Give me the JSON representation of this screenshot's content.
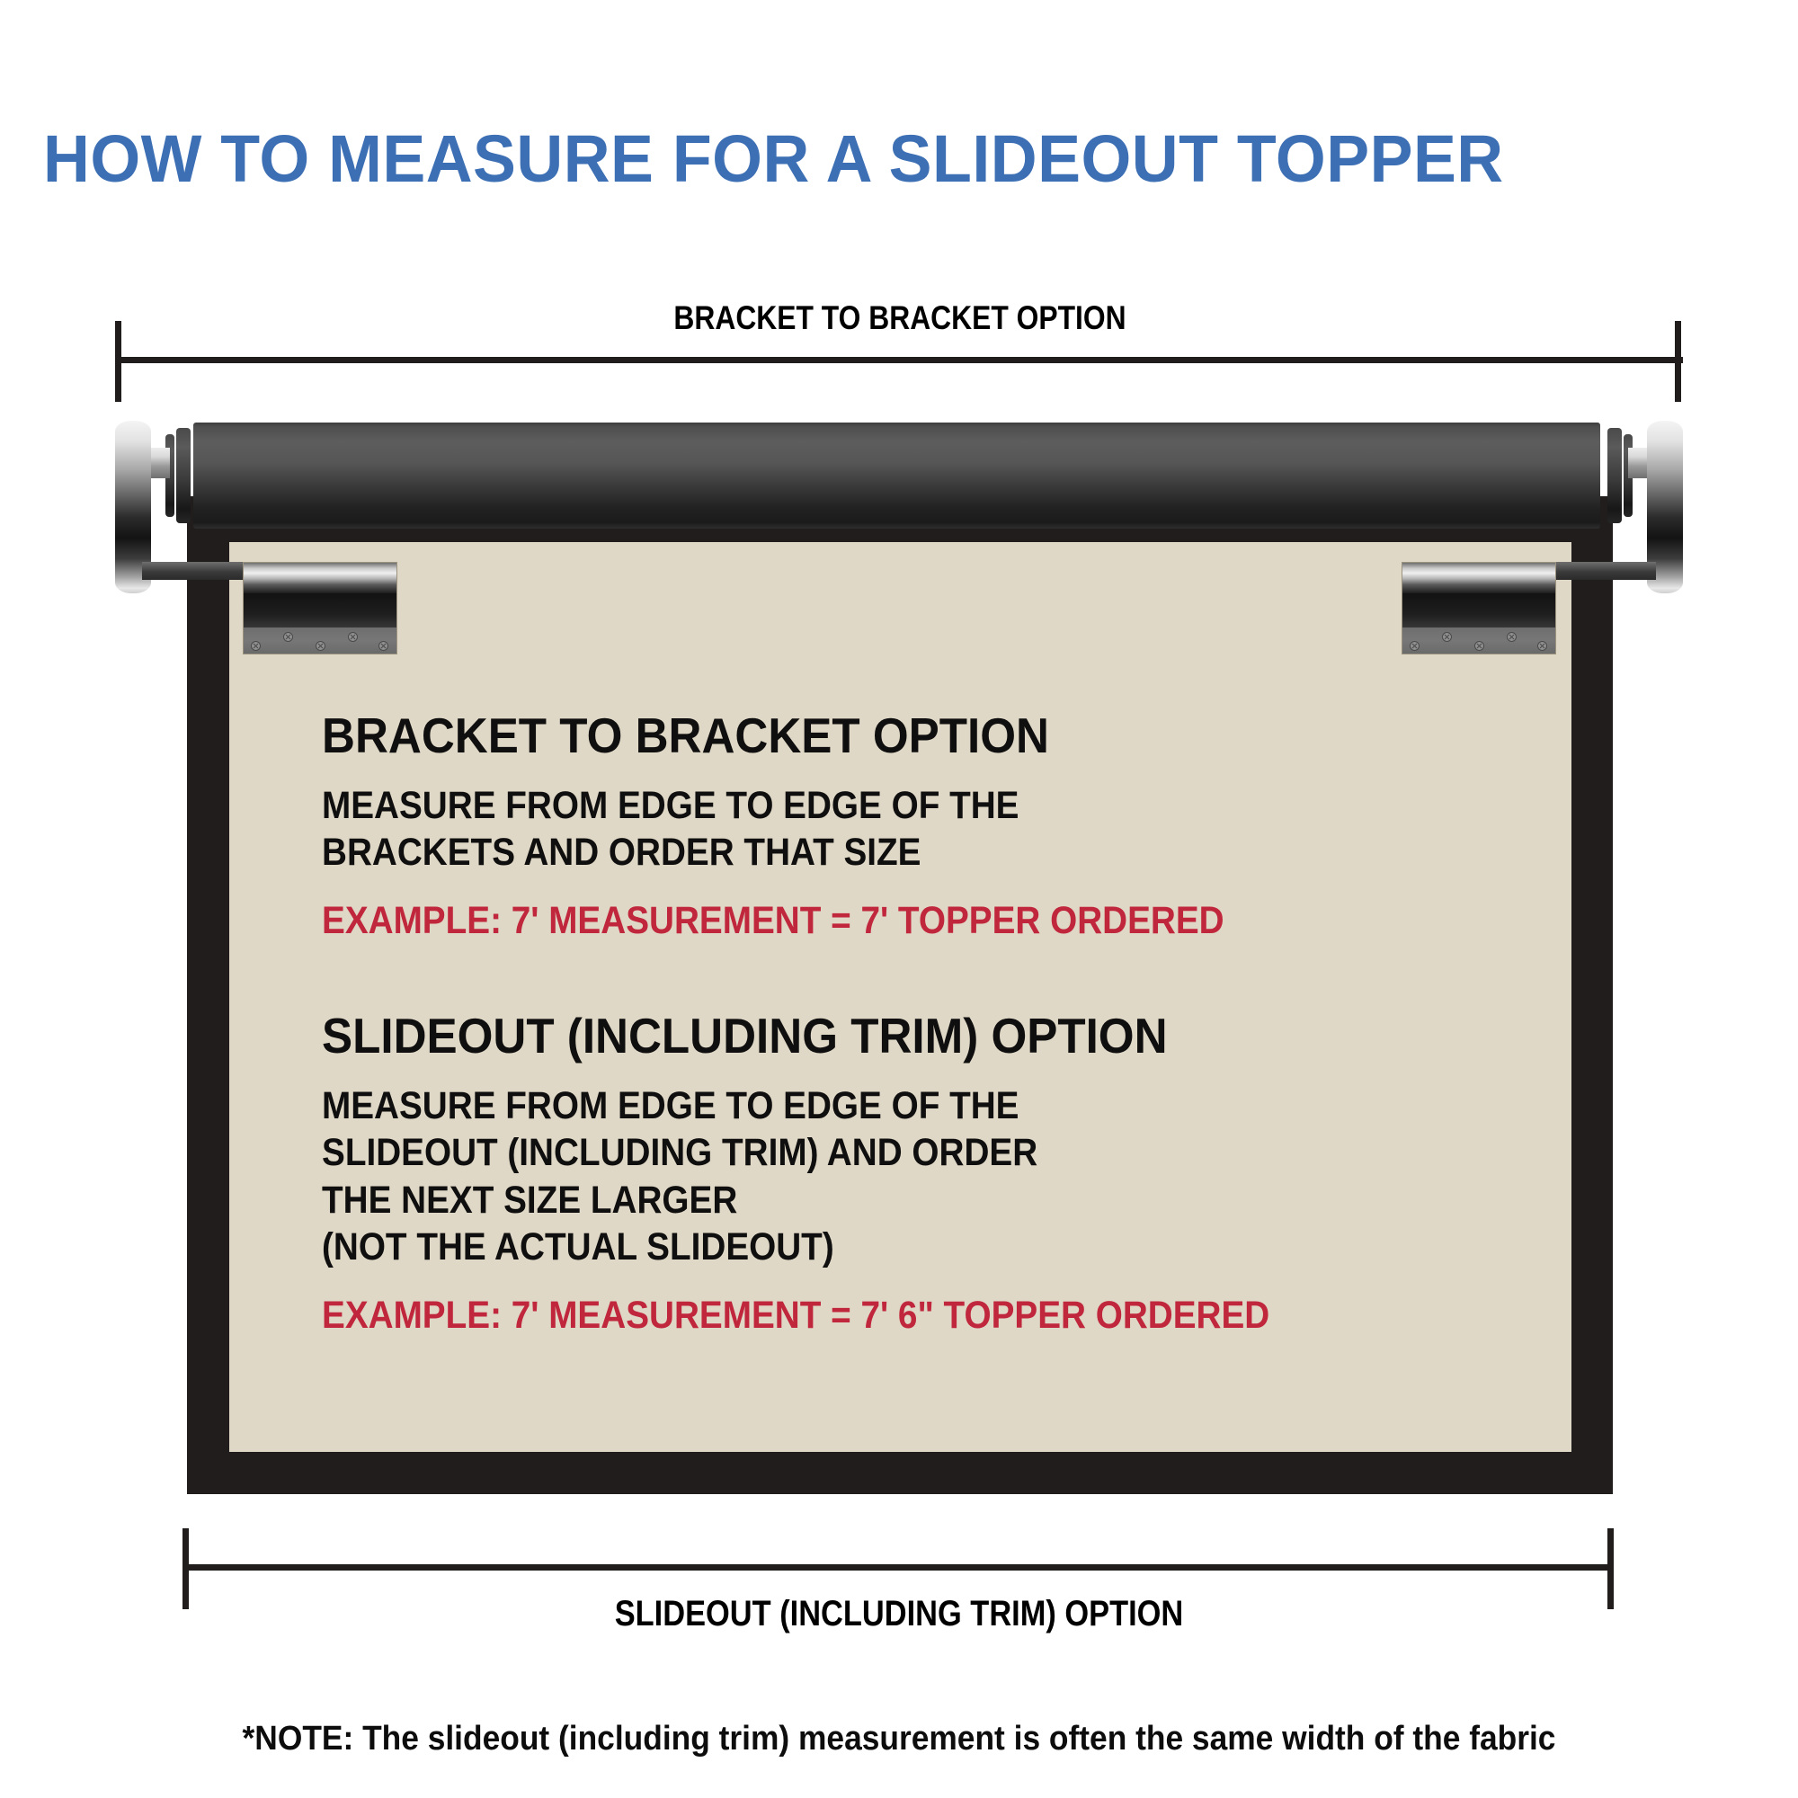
{
  "title": "HOW TO MEASURE FOR A SLIDEOUT TOPPER",
  "colors": {
    "title_blue": "#3C6FB4",
    "example_red": "#C0263C",
    "fabric_beige": "#E0D8C6",
    "frame_black": "#211D1D",
    "text_black": "#100F0F"
  },
  "dimensions": {
    "top": {
      "label": "BRACKET TO BRACKET OPTION"
    },
    "bottom": {
      "label": "SLIDEOUT (INCLUDING TRIM) OPTION"
    }
  },
  "options": [
    {
      "heading": "BRACKET TO BRACKET OPTION",
      "lines": [
        "MEASURE FROM EDGE TO EDGE OF THE",
        "BRACKETS AND ORDER THAT SIZE"
      ],
      "example": "EXAMPLE: 7' MEASUREMENT = 7' TOPPER ORDERED"
    },
    {
      "heading": "SLIDEOUT (INCLUDING TRIM) OPTION",
      "lines": [
        "MEASURE FROM EDGE TO EDGE OF THE",
        "SLIDEOUT (INCLUDING TRIM) AND ORDER",
        "THE NEXT SIZE LARGER",
        "(NOT THE ACTUAL SLIDEOUT)"
      ],
      "example": "EXAMPLE: 7' MEASUREMENT = 7' 6\" TOPPER ORDERED"
    }
  ],
  "footnote": "*NOTE: The slideout (including trim) measurement is often the same width of the fabric"
}
